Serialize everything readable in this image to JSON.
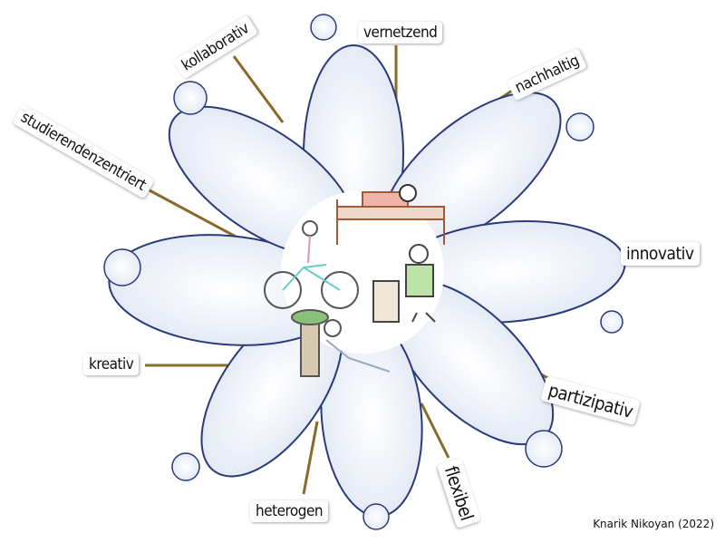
{
  "labels": {
    "kollaborativ": "kollaborativ",
    "vernetzend": "vernetzend",
    "nachhaltig": "nachhaltig",
    "studierendenzentriert": "studierendenzentriert",
    "innovativ": "innovativ",
    "kreativ": "kreativ",
    "partizipativ": "partizipativ",
    "flexibel": "flexibel",
    "heterogen": "heterogen"
  },
  "credit": "Knarik Nikoyan (2022)",
  "colors": {
    "petal_outline": "#2a3a7a",
    "petal_fill": "#e8edf6",
    "line": "#8a6a2a"
  }
}
